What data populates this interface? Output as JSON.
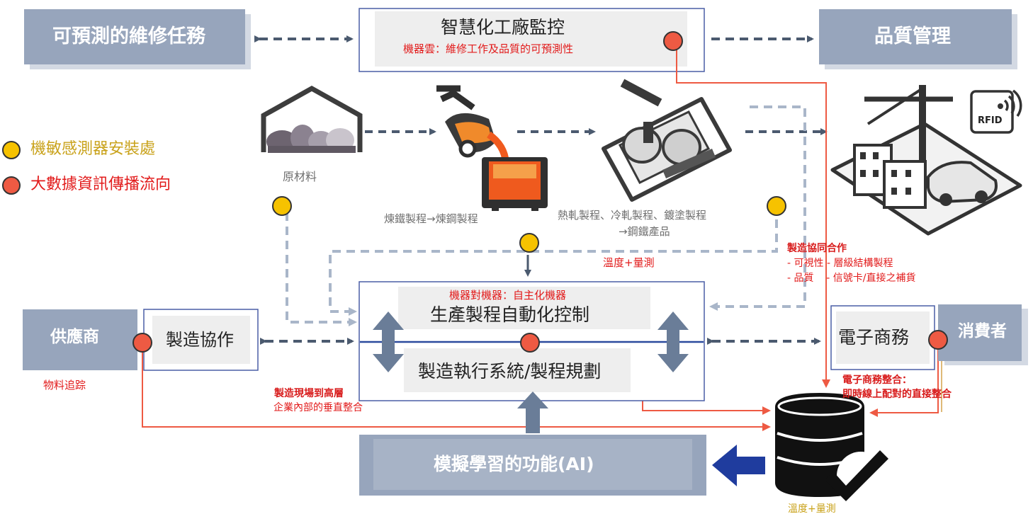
{
  "top": {
    "predictive_maintenance": "可預測的維修任務",
    "smart_factory_title": "智慧化工廠監控",
    "smart_factory_sub": "機器雲：維修工作及品質的可預測性",
    "quality_management": "品質管理"
  },
  "legend": {
    "sensor_label": "機敏感測器安裝處",
    "bigdata_label": "大數據資訊傳播流向",
    "sensor_color": "#f6c200",
    "bigdata_color": "#ee5a43"
  },
  "process": {
    "raw_material": "原材料",
    "iron_steel": "煉鐵製程→煉鋼製程",
    "rolling_line1": "熱軋製程、冷軋製程、鍍塗製程",
    "rolling_line2": "→鋼鐵產品",
    "rfid": "RFID"
  },
  "middle": {
    "temp_measure": "溫度+量測",
    "m2m": "機器對機器：自主化機器",
    "automation": "生產製程自動化控制",
    "mes": "製造執行系統/製程規劃",
    "supplier": "供應商",
    "manufacturing_collab": "製造協作",
    "material_tracking": "物料追踪",
    "ecommerce": "電子商務",
    "consumer": "消費者"
  },
  "notes": {
    "collab_title": "製造協同合作",
    "collab_l1": "- 可視性 - 層級結構製程",
    "collab_l2": "- 品質    - 信號卡/直接之補貨",
    "ecom_line1": "電子商務整合：",
    "ecom_line2": "即時線上配對的直接整合",
    "vertical_title": "製造現場到高層",
    "vertical_sub": "企業內部的垂直整合"
  },
  "bottom": {
    "ai": "模擬學習的功能(AI)",
    "temp_measure": "溫度+量測"
  },
  "colors": {
    "box_fill": "#97a5bc",
    "box_shadow": "#d3d9e3",
    "frame_blue": "#4a5ea6",
    "arrow_dark": "#4b5a6f",
    "arrow_light": "#a9b6c9",
    "flow_red": "#ee5a43",
    "big_arrow_blue": "#1f3c9e",
    "updown_arrow": "#6a7d98"
  }
}
